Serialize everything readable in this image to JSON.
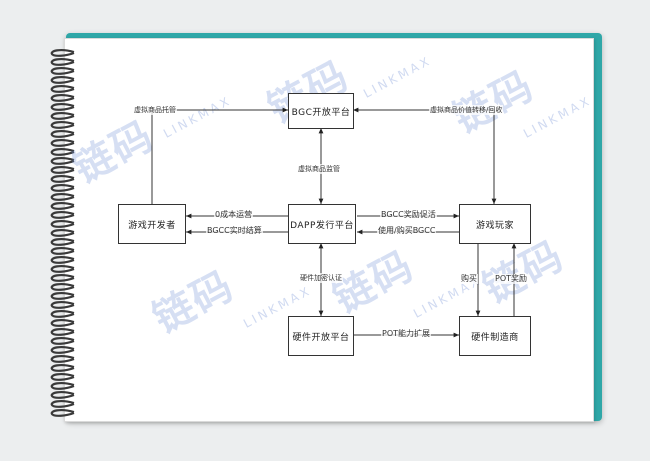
{
  "nodes": {
    "bgc_platform": "BGC开放平台",
    "game_dev": "游戏开发者",
    "dapp_platform": "DAPP发行平台",
    "game_player": "游戏玩家",
    "hardware_platform": "硬件开放平台",
    "hardware_maker": "硬件制造商"
  },
  "edges": {
    "virtual_hosting": "虚拟商品托管",
    "value_transfer_recycle": "虚拟商品价值转移/回收",
    "virtual_supervision": "虚拟商品监管",
    "zero_cost_ops": "0成本运营",
    "bgcc_settlement": "BGCC实时结算",
    "bgcc_reward": "BGCC奖励促活",
    "use_buy_bgcc": "使用/购买BGCC",
    "hardware_encrypt": "硬件加密认证",
    "pot_expansion": "POT能力扩展",
    "purchase": "购买",
    "pot_reward": "POT奖励"
  },
  "watermark": {
    "cn": "链码",
    "en": "LINKMAX"
  },
  "colors": {
    "cover": "#2fa7a8",
    "line": "#333333",
    "watermark": "#7896d7"
  }
}
